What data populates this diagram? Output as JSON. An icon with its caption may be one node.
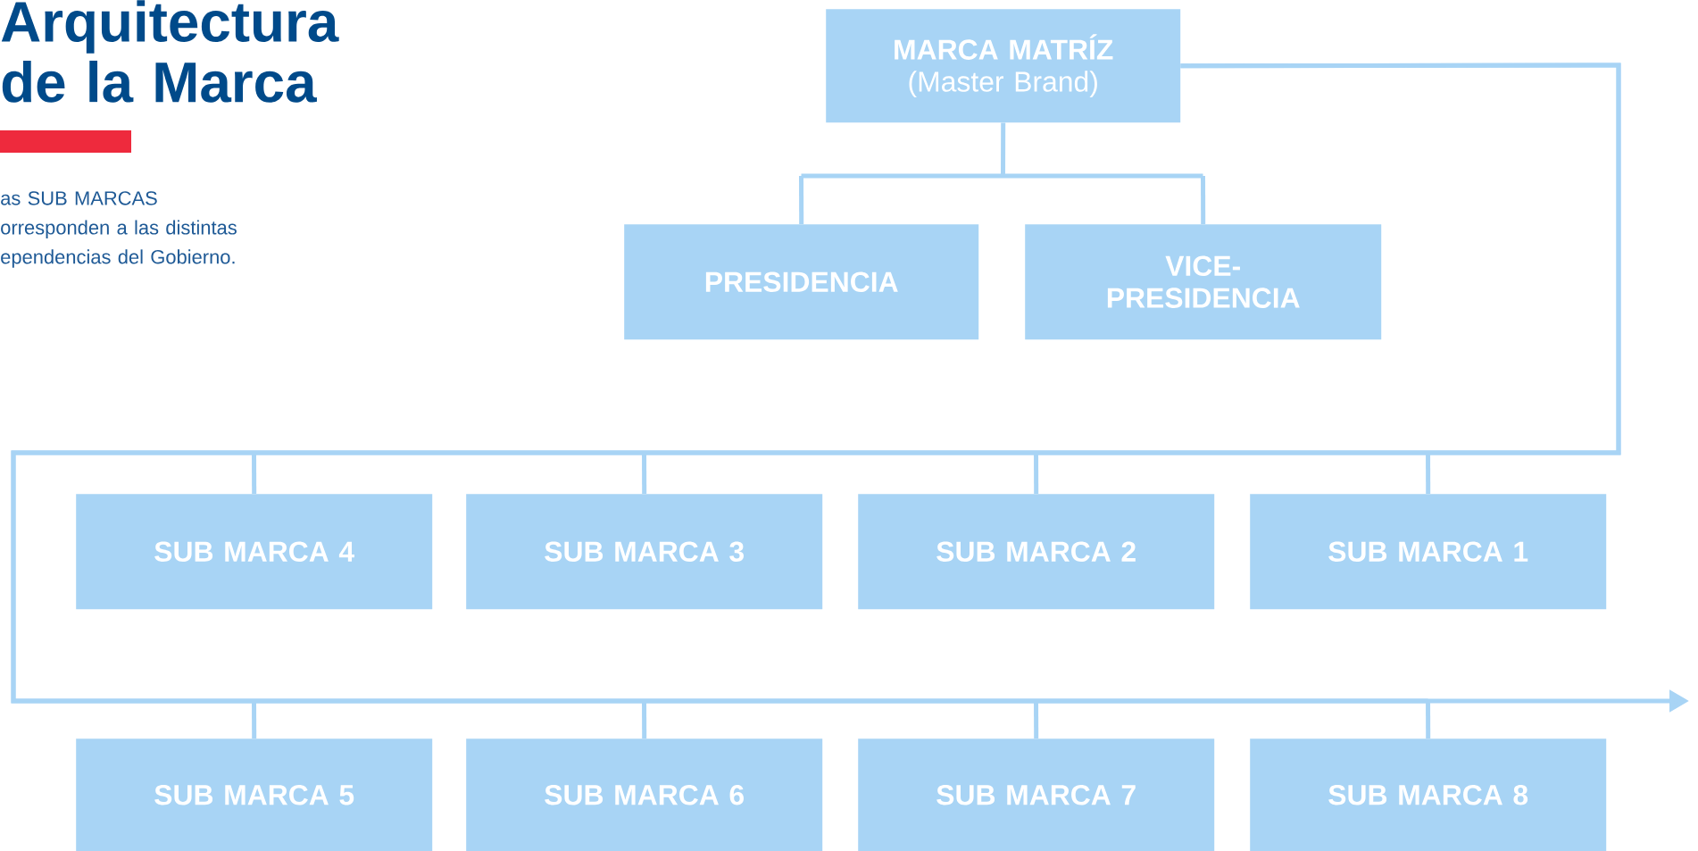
{
  "diagram": {
    "title": "Arquitectura de la Marca",
    "nodes": [
      {
        "text": [
          "MARCA MATRÍZ",
          "(Master Brand)"
        ]
      },
      {
        "text": [
          "PRESIDENCIA"
        ]
      },
      {
        "text": [
          "VICE- PRESIDENCIA"
        ]
      },
      {
        "text": [
          "SUB MARCA 4"
        ]
      },
      {
        "text": [
          "SUB MARCA 3"
        ]
      },
      {
        "text": [
          "SUB MARCA 2"
        ]
      },
      {
        "text": [
          "SUB MARCA 1"
        ]
      },
      {
        "text": [
          "SUB MARCA 5"
        ]
      },
      {
        "text": [
          "SUB MARCA 6"
        ]
      },
      {
        "text": [
          "SUB MARCA 7"
        ]
      },
      {
        "text": [
          "SUB MARCA 8"
        ]
      }
    ],
    "edges": [
      {
        "from": 0,
        "to": 1,
        "arrow": "none"
      },
      {
        "from": 0,
        "to": 2,
        "arrow": "none"
      },
      {
        "from": 0,
        "to": 3,
        "arrow": "none"
      },
      {
        "from": 0,
        "to": 4,
        "arrow": "none"
      },
      {
        "from": 0,
        "to": 5,
        "arrow": "none"
      },
      {
        "from": 0,
        "to": 6,
        "arrow": "none"
      },
      {
        "from": 0,
        "to": 7,
        "arrow": "none"
      },
      {
        "from": 0,
        "to": 8,
        "arrow": "none"
      },
      {
        "from": 0,
        "to": 9,
        "arrow": "none"
      },
      {
        "from": 0,
        "to": 10,
        "arrow": "none"
      },
      {
        "from": 0,
        "to": null,
        "arrow": "to"
      }
    ],
    "labels": [
      "as SUB MARCAS orresponden a las distintas ependencias del Gobierno."
    ]
  }
}
